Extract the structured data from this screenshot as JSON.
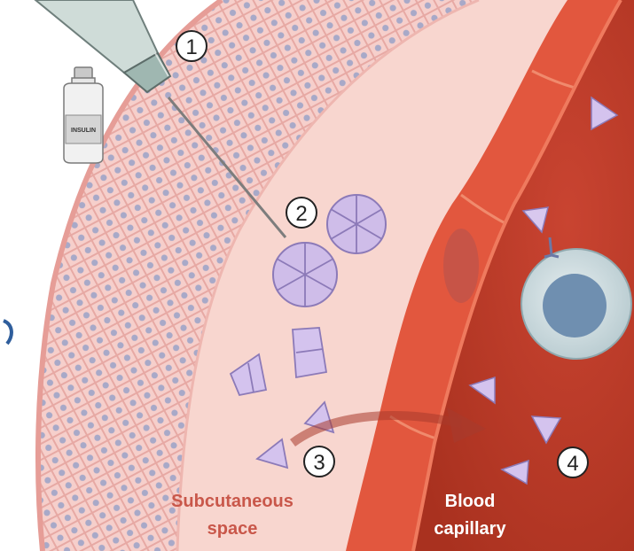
{
  "diagram": {
    "steps": [
      {
        "number": "1"
      },
      {
        "number": "2"
      },
      {
        "number": "3"
      },
      {
        "number": "4"
      }
    ],
    "vial_label": "INSULIN",
    "regions": {
      "subcutaneous": [
        "Subcutaneous",
        "space"
      ],
      "capillary": [
        "Blood",
        "capillary"
      ]
    },
    "colors": {
      "skin_cells": "#f3c3c0",
      "cell_nucleus": "#a8a9c8",
      "subcutaneous": "#f7d2cb",
      "vessel_wall": "#e0573f",
      "blood": "#c8402f",
      "insulin": "#cbb8e6",
      "label": "#c9574a"
    }
  }
}
